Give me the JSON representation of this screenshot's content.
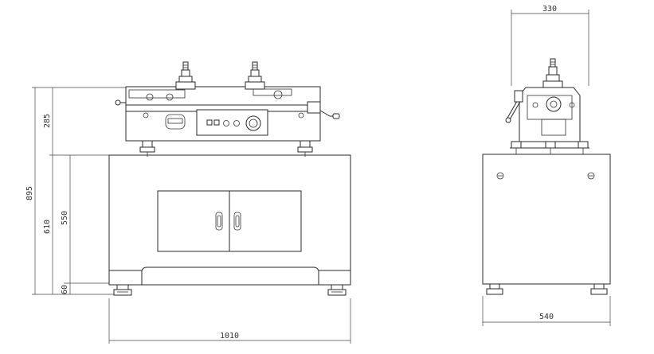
{
  "dimensions": {
    "overall_height": "895",
    "upper_height": "285",
    "stand_height": "610",
    "cabinet_height": "550",
    "foot_height": "60",
    "front_width": "1010",
    "side_top_width": "330",
    "side_width": "540"
  },
  "colors": {
    "line": "#2a2a2a",
    "background": "#ffffff"
  }
}
